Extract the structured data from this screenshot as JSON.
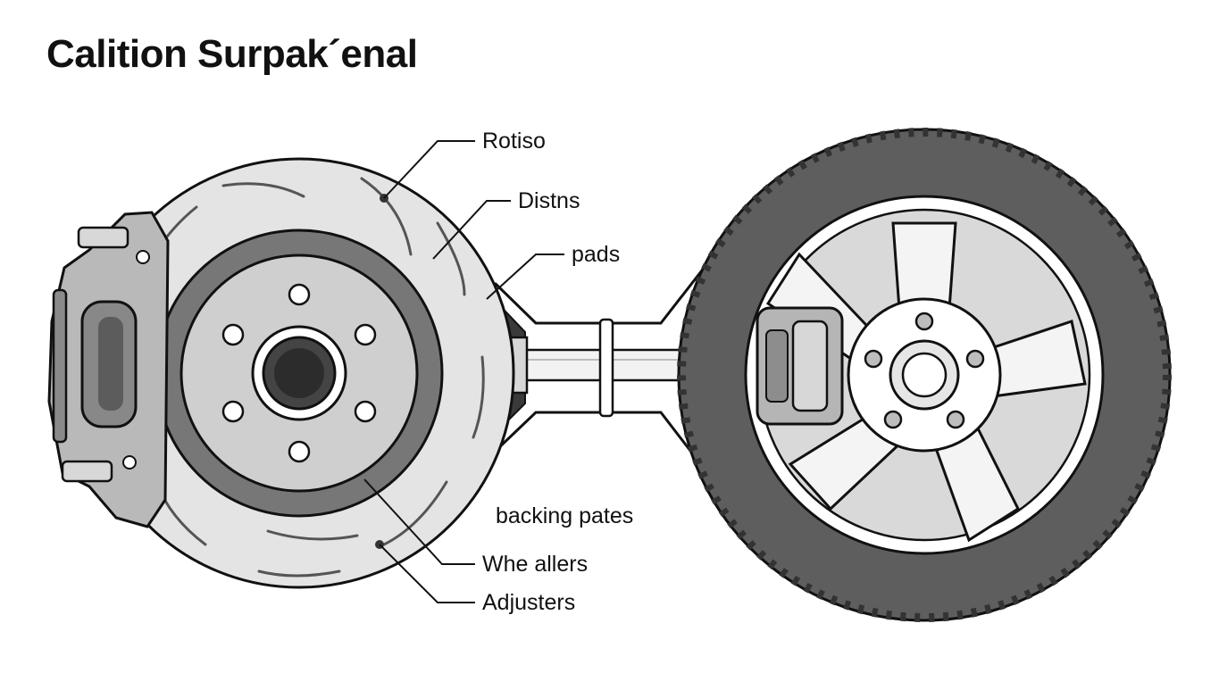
{
  "title": "Calition Surpak´enal",
  "labels": {
    "rotor": "Rotiso",
    "discs": "Distns",
    "pads": "pads",
    "backing": "backing pates",
    "wheel_rollers": "Whe allers",
    "adjusters": "Adjusters"
  },
  "colors": {
    "outline": "#111111",
    "rotor_face": "#e4e4e4",
    "hub_dark": "#777777",
    "hub_face": "#cfcfcf",
    "tire": "#5e5e5e",
    "housing": "#3a3a3a"
  }
}
